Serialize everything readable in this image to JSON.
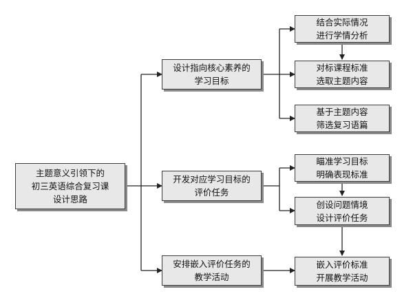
{
  "root": {
    "line1": "主题意义引领下的",
    "line2": "初三英语综合复习课",
    "line3": "设计思路"
  },
  "branches": [
    {
      "line1": "设计指向核心素养的",
      "line2": "学习目标"
    },
    {
      "line1": "开发对应学习目标的",
      "line2": "评价任务"
    },
    {
      "line1": "安排嵌入评价任务的",
      "line2": "教学活动"
    }
  ],
  "steps": [
    {
      "line1": "结合实际情况",
      "line2": "进行学情分析"
    },
    {
      "line1": "对标课程标准",
      "line2": "选取主题内容"
    },
    {
      "line1": "基于主题内容",
      "line2": "筛选复习语篇"
    },
    {
      "line1": "瞄准学习目标",
      "line2": "明确表现标准"
    },
    {
      "line1": "创设问题情境",
      "line2": "设计评价任务"
    },
    {
      "line1": "嵌入评价标准",
      "line2": "开展教学活动"
    }
  ]
}
